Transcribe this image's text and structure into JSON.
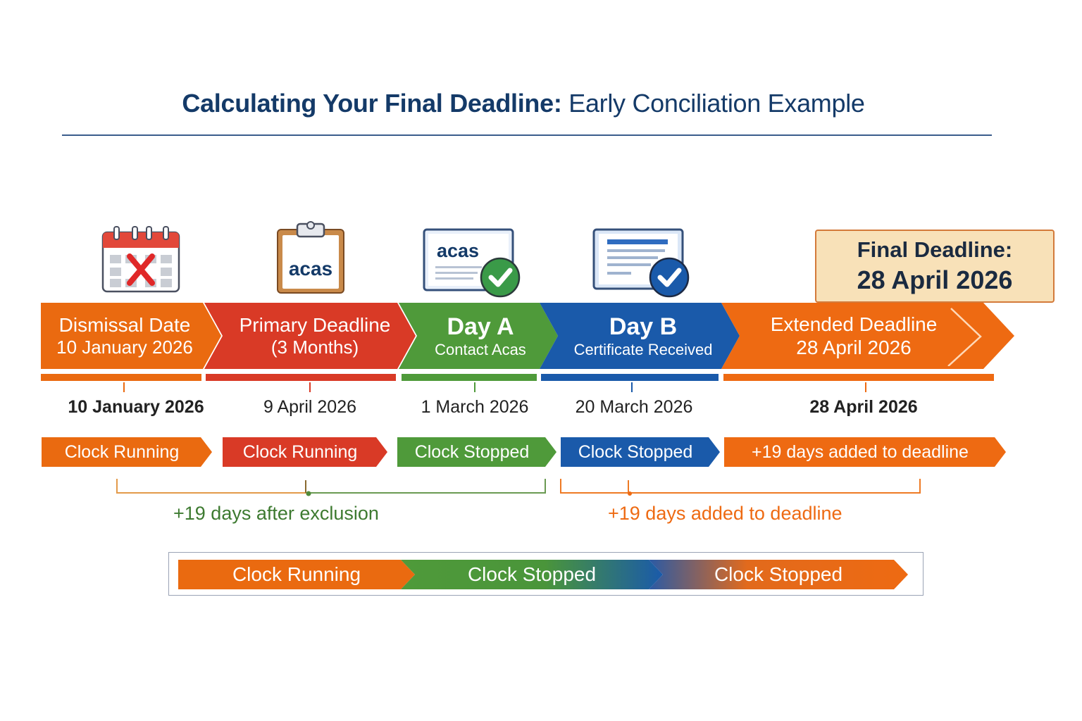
{
  "title": {
    "bold": "Calculating Your Final Deadline:",
    "regular": " Early Conciliation Example"
  },
  "colors": {
    "orange": "#ea6a10",
    "red": "#d93a26",
    "green": "#4f9a3a",
    "blue": "#1a5aaa",
    "navy": "#143a68"
  },
  "final_deadline": {
    "line1": "Final Deadline:",
    "line2": "28 April 2026"
  },
  "stages": [
    {
      "line1": "Dismissal Date",
      "line2": "10 January 2026",
      "date": "10 January 2026",
      "status": "Clock Running",
      "icon": "calendar-cross-icon"
    },
    {
      "line1": "Primary Deadline",
      "line2": "(3 Months)",
      "date": "9 April 2026",
      "status": "Clock Running",
      "icon": "acas-clipboard-icon",
      "icon_text": "acas"
    },
    {
      "line1": "Day A",
      "line2": "Contact Acas",
      "date": "1 March 2026",
      "status": "Clock Stopped",
      "icon": "acas-document-check-icon",
      "icon_text": "acas"
    },
    {
      "line1": "Day B",
      "line2": "Certificate Received",
      "date": "20 March 2026",
      "status": "Clock Stopped",
      "icon": "certificate-check-icon"
    },
    {
      "line1": "Extended Deadline",
      "line2": "28 April 2026",
      "date": "28 April 2026",
      "status": "+19 days added to deadline",
      "icon": ""
    }
  ],
  "notes": {
    "left": "+19 days after exclusion",
    "right": "+19 days added to deadline"
  },
  "summary": [
    "Clock Running",
    "Clock Stopped",
    "Clock Stopped"
  ]
}
